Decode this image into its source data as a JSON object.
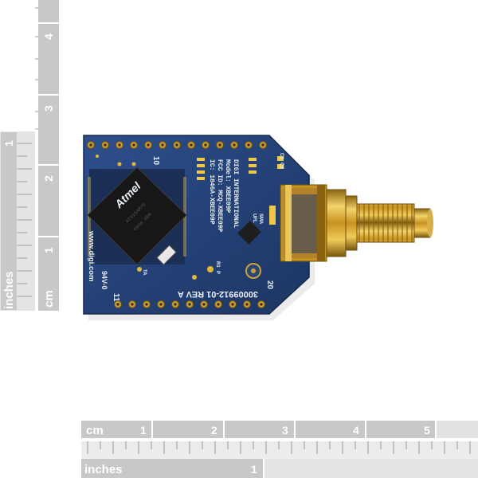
{
  "rulers": {
    "vertical_left": {
      "unit_label": "inches",
      "tick_labels": [
        "1"
      ]
    },
    "vertical_right": {
      "unit_label": "cm",
      "tick_labels": [
        "4",
        "3",
        "2",
        "1"
      ]
    },
    "horizontal_top": {
      "unit_label": "cm",
      "tick_labels": [
        "1",
        "2",
        "3",
        "4",
        "5"
      ]
    },
    "horizontal_bottom": {
      "unit_label": "inches",
      "tick_labels": [
        "1"
      ]
    }
  },
  "board": {
    "chip_logo": "Atmel",
    "website": "www.digi.com",
    "part_number": "30009912-01 REV A",
    "flammability": "94V-0",
    "pin_labels": {
      "top_left": "10",
      "bottom_left": "11",
      "bottom_right": "20"
    },
    "cert_lines": [
      "DIGI INTERNATIONAL",
      "Model: XBEE09P",
      "FCC ID: MCQ-XBEE09P",
      "IC: 1846A-XBEE09P"
    ],
    "small_labels": [
      "UFL",
      "SMA",
      "R1",
      "C1",
      "C2",
      "P",
      "TA"
    ]
  },
  "colors": {
    "ruler_gray": "#c9c9c9",
    "ruler_light": "#e2e2e2",
    "pcb_blue": "#233f73",
    "gold": "#d6a52a",
    "chip_black": "#161616"
  }
}
